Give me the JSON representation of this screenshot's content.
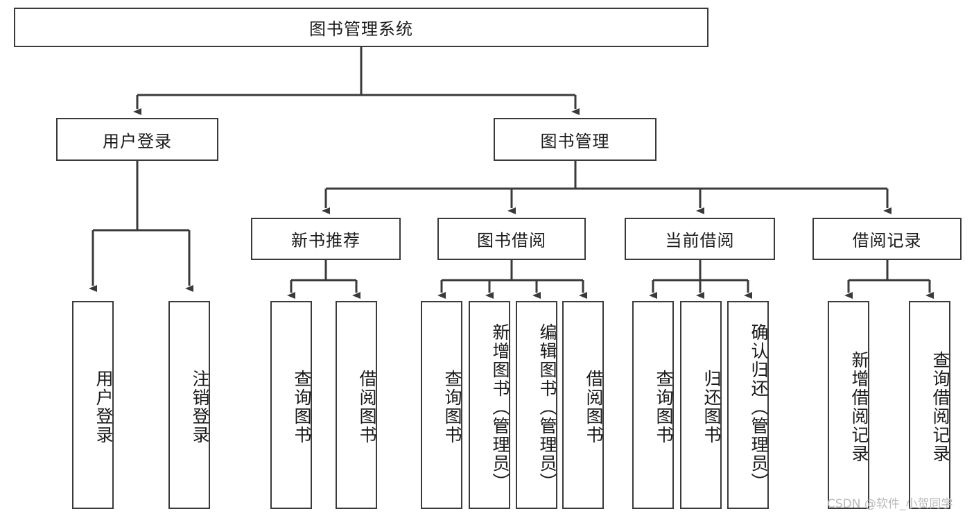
{
  "diagram": {
    "type": "hierarchy-tree",
    "title": "图书管理系统",
    "watermark": "CSDN @软件_小贺同学",
    "colors": {
      "box_border": "#3a3a3a",
      "box_fill": "#ffffff",
      "edge": "#3a3a3a",
      "text": "#1a1a1a",
      "watermark": "#b9b9b9",
      "background": "#ffffff"
    },
    "levels": {
      "root": {
        "label": "图书管理系统"
      },
      "level2": [
        {
          "label": "用户登录"
        },
        {
          "label": "图书管理"
        }
      ],
      "level3": [
        {
          "label": "新书推荐"
        },
        {
          "label": "图书借阅"
        },
        {
          "label": "当前借阅"
        },
        {
          "label": "借阅记录"
        }
      ],
      "leaves": {
        "user_login": [
          {
            "label": "用户登录"
          },
          {
            "label": "注销登录"
          }
        ],
        "new_book_recommend": [
          {
            "label": "查询图书"
          },
          {
            "label": "借阅图书"
          }
        ],
        "book_borrow": [
          {
            "label": "查询图书"
          },
          {
            "label": "新增图书（管理员）"
          },
          {
            "label": "编辑图书（管理员）"
          },
          {
            "label": "借阅图书"
          }
        ],
        "current_borrow": [
          {
            "label": "查询图书"
          },
          {
            "label": "归还图书"
          },
          {
            "label": "确认归还（管理员）"
          }
        ],
        "borrow_record": [
          {
            "label": "新增借阅记录"
          },
          {
            "label": "查询借阅记录"
          }
        ]
      }
    }
  }
}
